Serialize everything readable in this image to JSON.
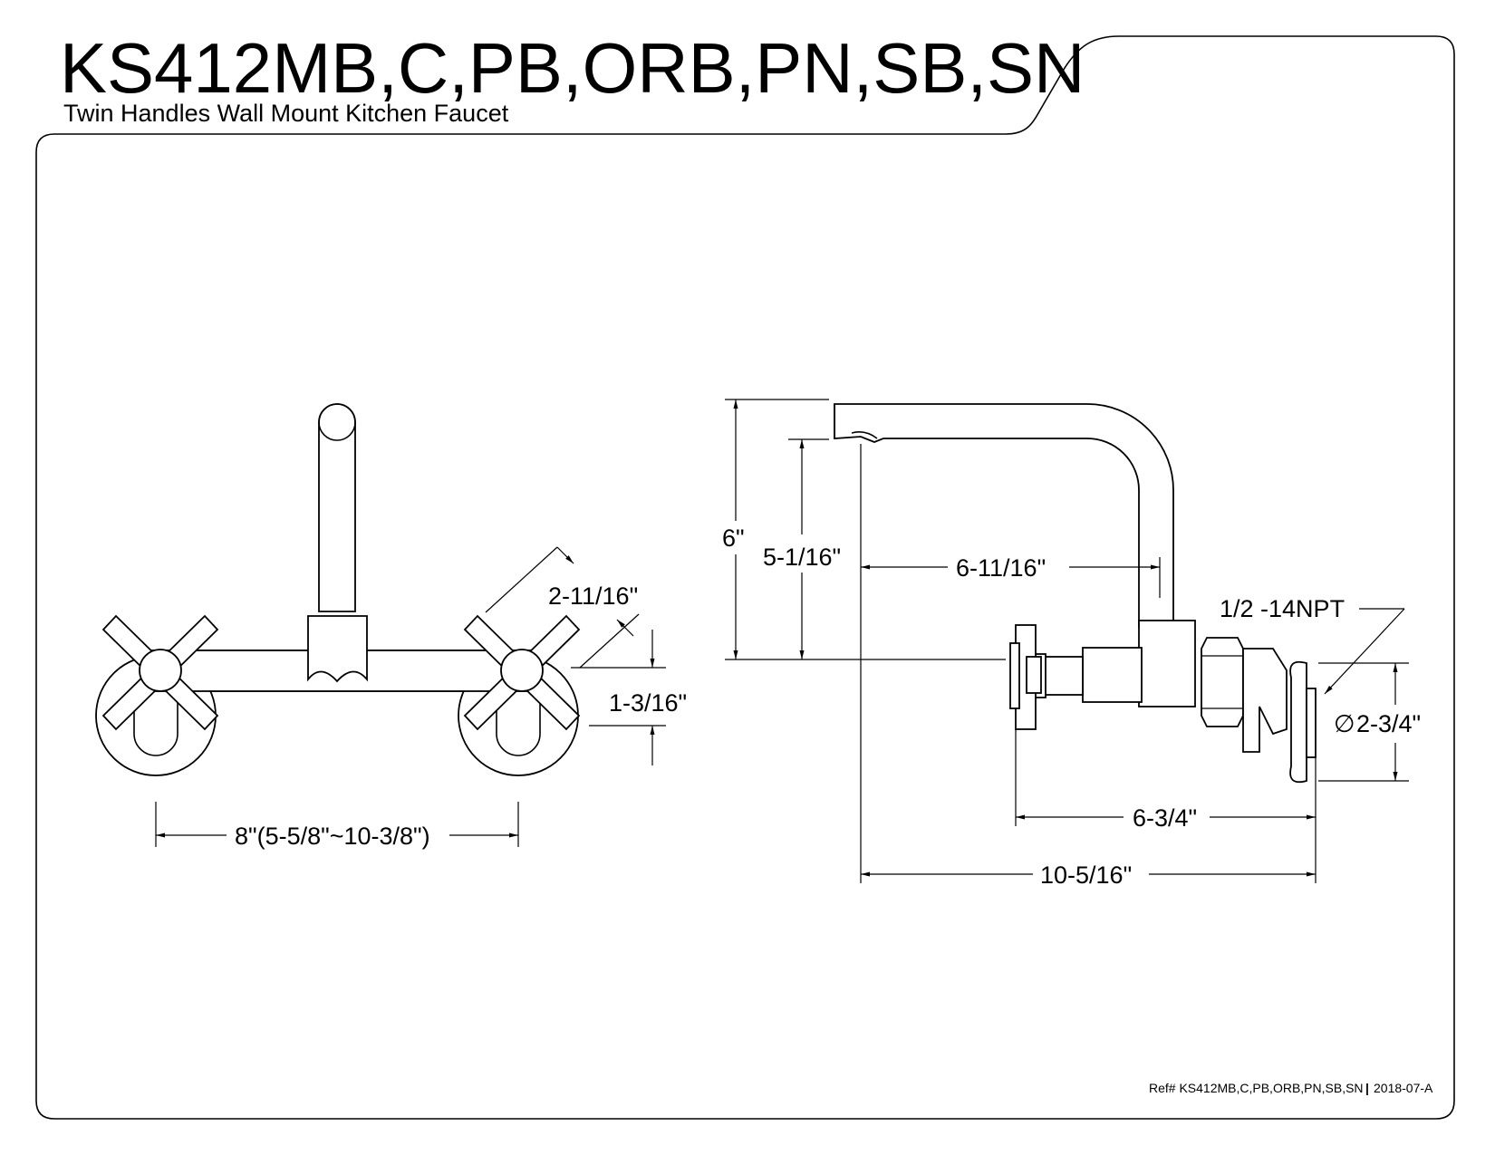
{
  "title": "KS412MB,C,PB,ORB,PN,SB,SN",
  "subtitle": "Twin Handles Wall Mount Kitchen Faucet",
  "front_view": {
    "dim_handle_reach": "2-11/16\"",
    "dim_handle_height": "1-3/16\"",
    "dim_center_spread": "8\"(5-5/8\"~10-3/8\")"
  },
  "side_view": {
    "dim_total_height": "6\"",
    "dim_spout_height": "5-1/16\"",
    "dim_spout_reach_top": "6-11/16\"",
    "dim_thread": "1/2 -14NPT",
    "dim_flange_diameter": "2-3/4\"",
    "diameter_symbol": "∅",
    "dim_body_length": "6-3/4\"",
    "dim_overall_length": "10-5/16\""
  },
  "footer": {
    "ref": "Ref# KS412MB,C,PB,ORB,PN,SB,SN",
    "separator": "|",
    "revision": "2018-07-A"
  }
}
